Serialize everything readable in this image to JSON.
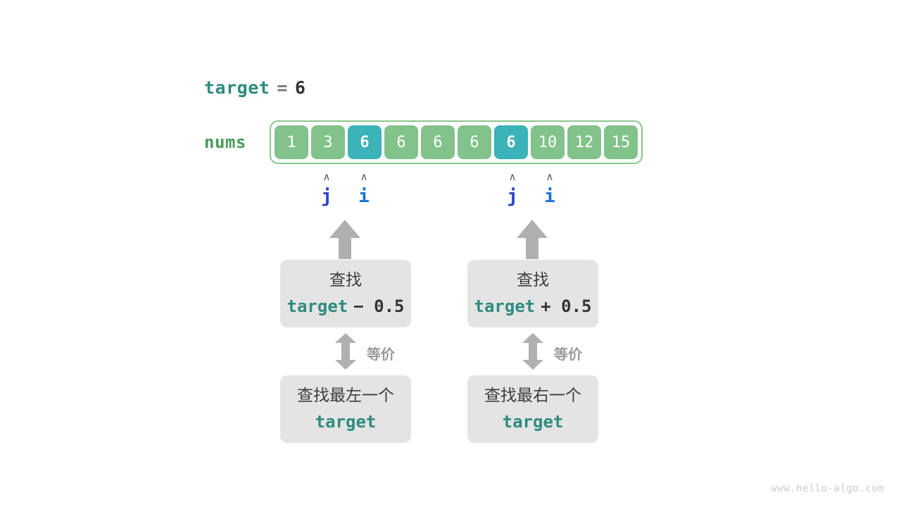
{
  "title": "binary-search-edge-equivalence-diagram",
  "target_line": {
    "var_label": "target",
    "equals": "=",
    "value": "6"
  },
  "array": {
    "label": "nums",
    "values": [
      "1",
      "3",
      "6",
      "6",
      "6",
      "6",
      "6",
      "10",
      "12",
      "15"
    ],
    "highlight_indices": [
      2,
      6
    ],
    "cell_color": "#82c28b",
    "highlight_color": "#3bb3b8",
    "border_color": "#8cc68c"
  },
  "pointers": [
    {
      "caret": "∧",
      "name": "j",
      "group": "left",
      "cell_index": 1,
      "color": "#2a42cf"
    },
    {
      "caret": "∧",
      "name": "i",
      "group": "left",
      "cell_index": 2,
      "color": "#1b74d4"
    },
    {
      "caret": "∧",
      "name": "j",
      "group": "right",
      "cell_index": 6,
      "color": "#2a42cf"
    },
    {
      "caret": "∧",
      "name": "i",
      "group": "right",
      "cell_index": 7,
      "color": "#1b74d4"
    }
  ],
  "columns": {
    "left": {
      "top_box": {
        "line1": "查找",
        "expr_var": "target",
        "expr_op": "− 0.5"
      },
      "equiv_label": "等价",
      "bottom_box": {
        "line1": "查找最左一个",
        "expr_var": "target"
      }
    },
    "right": {
      "top_box": {
        "line1": "查找",
        "expr_var": "target",
        "expr_op": "+ 0.5"
      },
      "equiv_label": "等价",
      "bottom_box": {
        "line1": "查找最右一个",
        "expr_var": "target"
      }
    }
  },
  "watermark": "www.hello-algo.com",
  "colors": {
    "teal": "#2e8b7f",
    "green": "#4a9a5a",
    "gray_box": "#e4e4e4",
    "arrow_gray": "#b0b0b0"
  }
}
